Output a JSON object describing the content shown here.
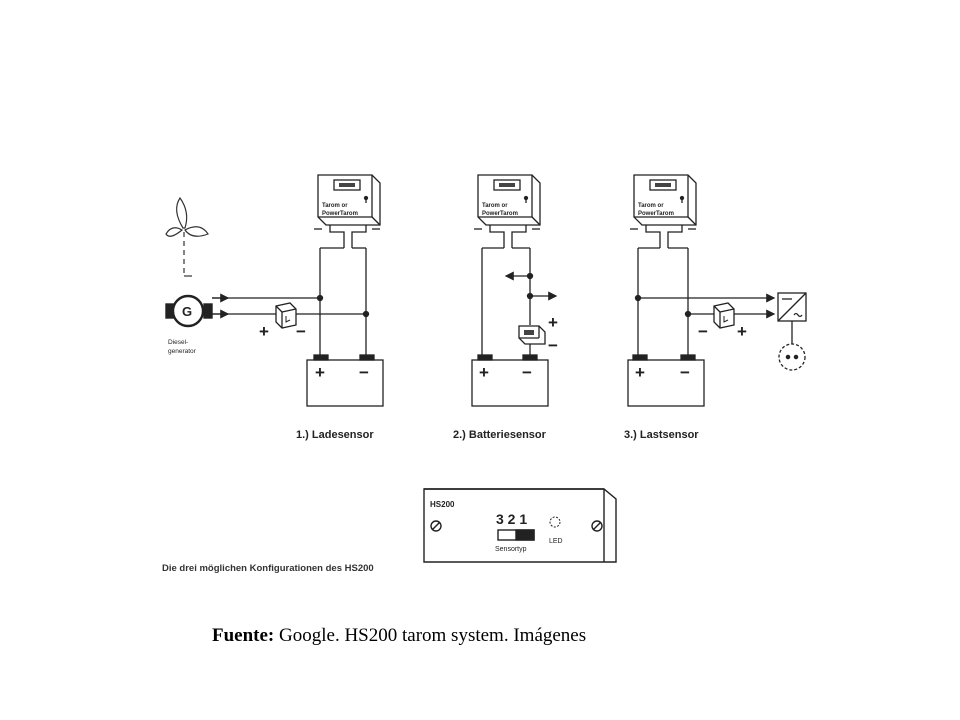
{
  "controller": {
    "line1": "Tarom or",
    "line2": "PowerTarom"
  },
  "battery": {
    "plus": "+",
    "minus": "−"
  },
  "generator": {
    "symbol": "G",
    "label_line1": "Diesel-",
    "label_line2": "generator"
  },
  "polarity": {
    "plus": "+",
    "minus": "−"
  },
  "configs": [
    {
      "label": "1.) Ladesensor"
    },
    {
      "label": "2.) Batteriesensor"
    },
    {
      "label": "3.) Lastsensor"
    }
  ],
  "hs200": {
    "name": "HS200",
    "switch_numbers": "3 2 1",
    "sensortyp_label": "Sensortyp",
    "led_label": "LED"
  },
  "figure_caption": "Die drei möglichen Konfigurationen des HS200",
  "source": {
    "prefix": "Fuente:",
    "text": "Google. HS200 tarom system. Imágenes"
  }
}
